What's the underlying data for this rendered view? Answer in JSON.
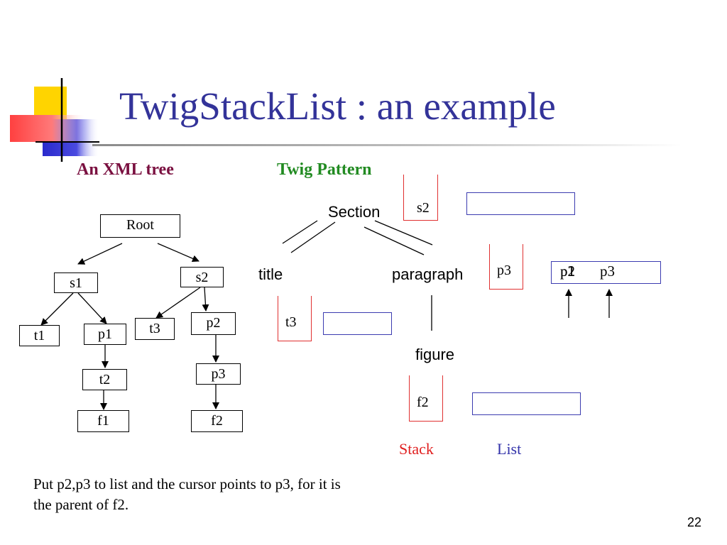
{
  "slide": {
    "title": "TwigStackList : an example",
    "page_number": "22",
    "caption": "Put p2,p3 to list and the cursor points to p3, for it is the parent of f2."
  },
  "sections": {
    "xml_tree": "An XML tree",
    "twig_pattern": "Twig Pattern"
  },
  "xml_tree": {
    "nodes": {
      "root": "Root",
      "s1": "s1",
      "s2": "s2",
      "t1": "t1",
      "p1": "p1",
      "t3": "t3",
      "p2": "p2",
      "t2": "t2",
      "p3": "p3",
      "f1": "f1",
      "f2": "f2"
    }
  },
  "twig": {
    "section": "Section",
    "title": "title",
    "paragraph": "paragraph",
    "figure": "figure"
  },
  "stacks": {
    "s2": "s2",
    "p3": "p3",
    "t3": "t3",
    "f2": "f2"
  },
  "paragraph_list": {
    "entry1": "p2",
    "entry1_overlay": "p1",
    "entry2": "p3"
  },
  "legend": {
    "stack": "Stack",
    "list": "List"
  },
  "colors": {
    "title": "#333399",
    "xml_heading": "#7a1040",
    "twig_heading": "#228B22",
    "stack": "#e03030",
    "list": "#3b3bb0"
  }
}
